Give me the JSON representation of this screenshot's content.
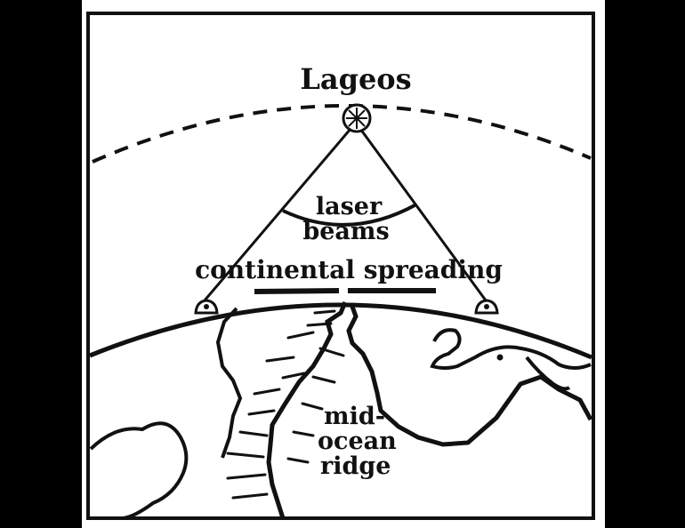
{
  "labels": {
    "satellite": "Lageos",
    "beams_line1": "laser",
    "beams_line2": "beams",
    "spreading": "continental spreading",
    "ridge_line1": "mid-",
    "ridge_line2": "ocean",
    "ridge_line3": "ridge"
  },
  "colors": {
    "ink": "#111111",
    "paper": "#ffffff",
    "frame": "#000000"
  }
}
